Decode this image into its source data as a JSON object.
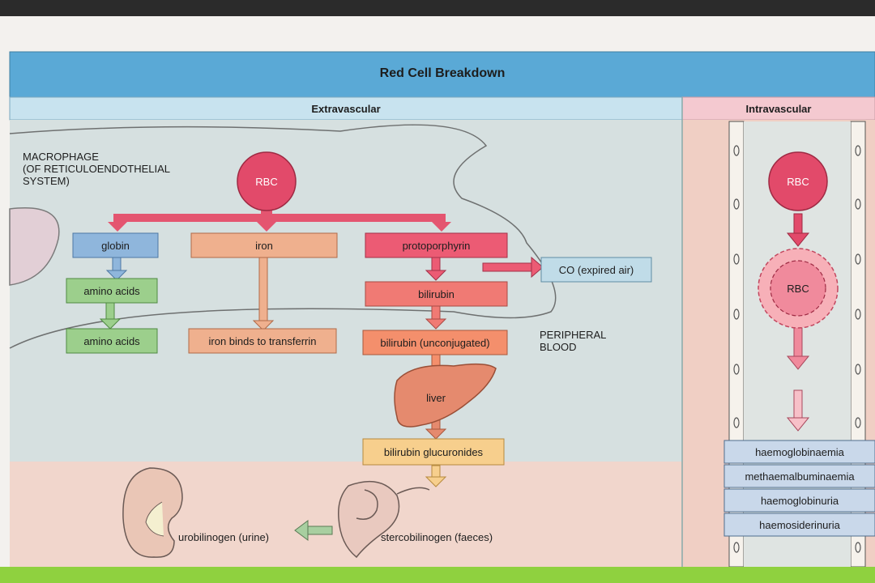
{
  "diagram": {
    "title": "Red Cell Breakdown",
    "extravascular_label": "Extravascular",
    "intravascular_label": "Intravascular",
    "macrophage_label": "MACROPHAGE\n(OF RETICULOENDOTHELIAL\nSYSTEM)",
    "peripheral_blood_label": "PERIPHERAL\nBLOOD",
    "extravascular": {
      "rbc": "RBC",
      "globin": "globin",
      "iron": "iron",
      "protoporphyrin": "protoporphyrin",
      "co_expired": "CO (expired air)",
      "amino_acids_1": "amino acids",
      "amino_acids_2": "amino acids",
      "bilirubin": "bilirubin",
      "iron_transferrin": "iron binds to transferrin",
      "bilirubin_unconjugated": "bilirubin (unconjugated)",
      "liver": "liver",
      "bilirubin_glucuronides": "bilirubin glucuronides",
      "stercobilinogen": "stercobilinogen (faeces)",
      "urobilinogen": "urobilinogen (urine)"
    },
    "intravascular": {
      "rbc_intact": "RBC",
      "rbc_lysed": "RBC",
      "outcomes": [
        "haemoglobinaemia",
        "methaemalbuminaemia",
        "haemoglobinuria",
        "haemosiderinuria"
      ]
    }
  },
  "colors": {
    "page": "#f3f1ee",
    "title_bar": "#5aa9d6",
    "extra_header": "#c8e3ef",
    "intra_header": "#f4c9d0",
    "extra_body": "#d6e0e0",
    "intra_body": "#f0cfc4",
    "lower_band": "#f1d6cc",
    "rbc": "#e24a6a",
    "globin": "#8fb6dc",
    "green": "#9ccf8c",
    "iron": "#efb08e",
    "proto": "#ec5b74",
    "bilirubin": "#f07a74",
    "unconj": "#f48f6c",
    "liver": "#e58a6e",
    "glucuronides": "#f7cf8d",
    "co_box": "#c0dce8",
    "outcome_box": "#c9d8ea",
    "green_bar": "#8fd13f"
  }
}
